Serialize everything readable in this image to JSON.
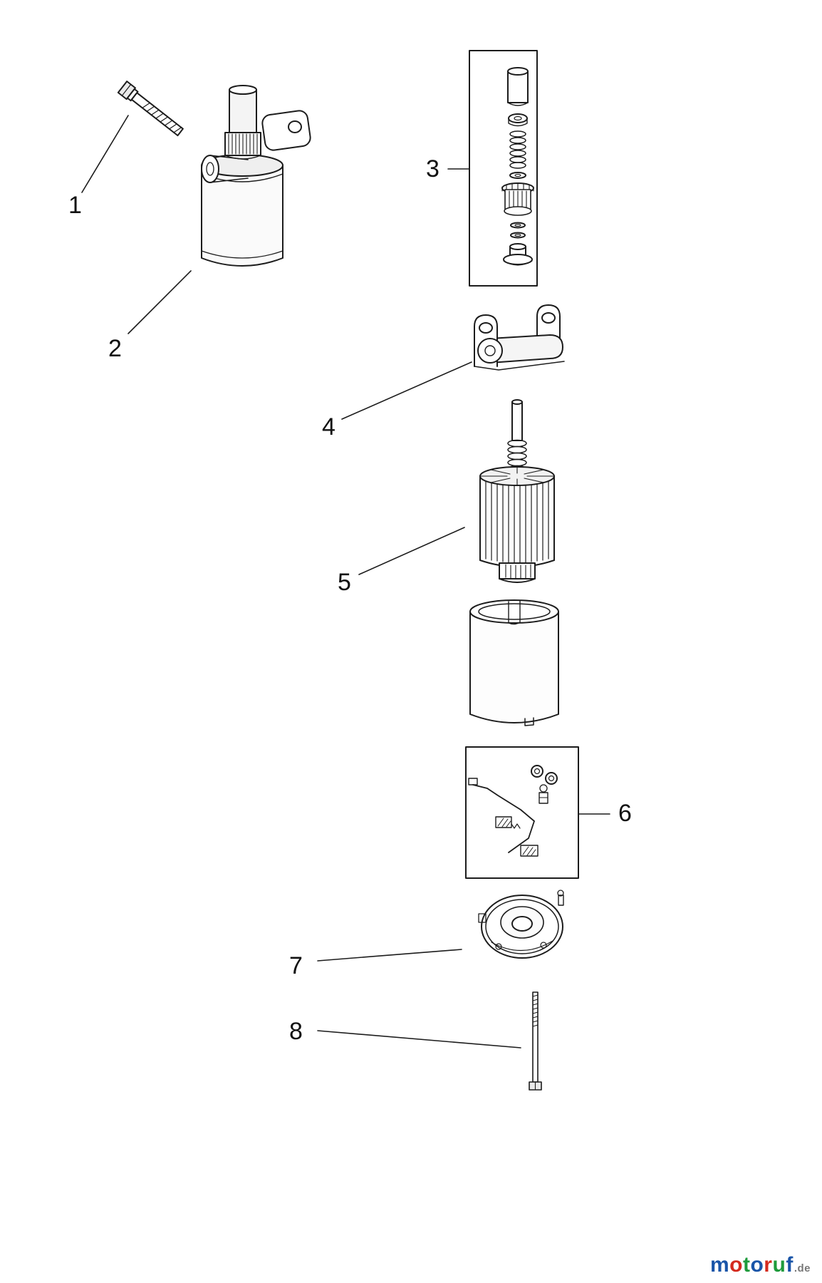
{
  "diagram": {
    "labels": [
      {
        "text": "1"
      },
      {
        "text": "2"
      },
      {
        "text": "3"
      },
      {
        "text": "4"
      },
      {
        "text": "5"
      },
      {
        "text": "6"
      },
      {
        "text": "7"
      },
      {
        "text": "8"
      }
    ]
  },
  "watermark": {
    "letters": [
      {
        "char": "m",
        "color": "#1a55a8"
      },
      {
        "char": "o",
        "color": "#d42a1e"
      },
      {
        "char": "t",
        "color": "#1f9b3c"
      },
      {
        "char": "o",
        "color": "#1a55a8"
      },
      {
        "char": "r",
        "color": "#d42a1e"
      },
      {
        "char": "u",
        "color": "#1f9b3c"
      },
      {
        "char": "f",
        "color": "#1a55a8"
      }
    ],
    "suffix": ".de",
    "suffix_color": "#777777"
  }
}
